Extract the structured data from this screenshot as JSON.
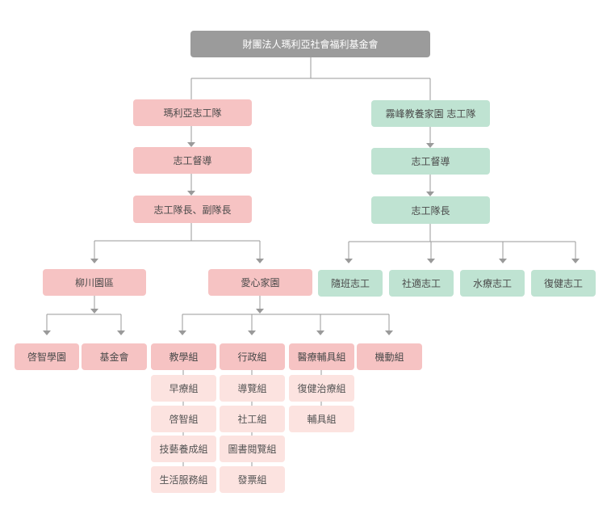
{
  "root": "財團法人瑪利亞社會福利基金會",
  "left": {
    "team": "瑪利亞志工隊",
    "supervisor": "志工督導",
    "leaders": "志工隊長、副隊長",
    "liuchuan": {
      "name": "柳川園區",
      "children": [
        "啓智學園",
        "基金會"
      ]
    },
    "aixin": {
      "name": "愛心家園",
      "groups": [
        {
          "name": "教學組",
          "subs": [
            "早療組",
            "啓智組",
            "技藝養成組",
            "生活服務組"
          ]
        },
        {
          "name": "行政組",
          "subs": [
            "導覽組",
            "社工組",
            "圖書閱覽組",
            "發票組"
          ]
        },
        {
          "name": "醫療輔具組",
          "subs": [
            "復健治療組",
            "輔具組"
          ]
        },
        {
          "name": "機動組",
          "subs": []
        }
      ]
    }
  },
  "right": {
    "team": "霧峰教養家園 志工隊",
    "supervisor": "志工督導",
    "leader": "志工隊長",
    "children": [
      "隨班志工",
      "社適志工",
      "水療志工",
      "復健志工"
    ]
  }
}
